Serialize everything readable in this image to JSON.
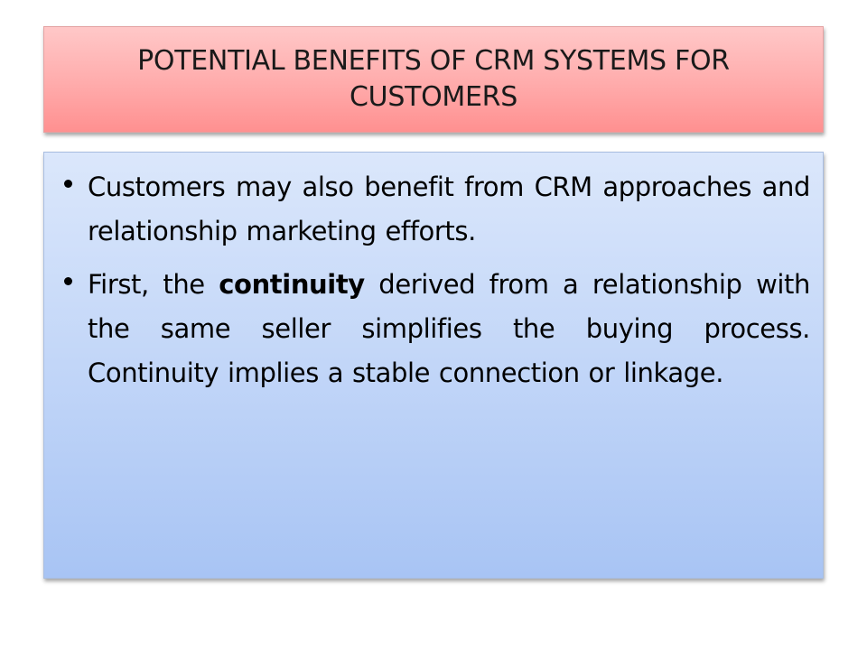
{
  "slide": {
    "title": "POTENTIAL BENEFITS OF CRM SYSTEMS FOR CUSTOMERS",
    "bullets": [
      {
        "text": "Customers may also benefit from CRM approaches and relationship marketing efforts."
      },
      {
        "before": "First, the ",
        "emphasis": "continuity",
        "after": "  derived from a relationship with the same seller simplifies the buying process. Continuity implies a stable connection or linkage."
      }
    ]
  },
  "colors": {
    "title_fill": "#ffabab",
    "content_fill": "#c2d6f8",
    "text": "#000000"
  }
}
